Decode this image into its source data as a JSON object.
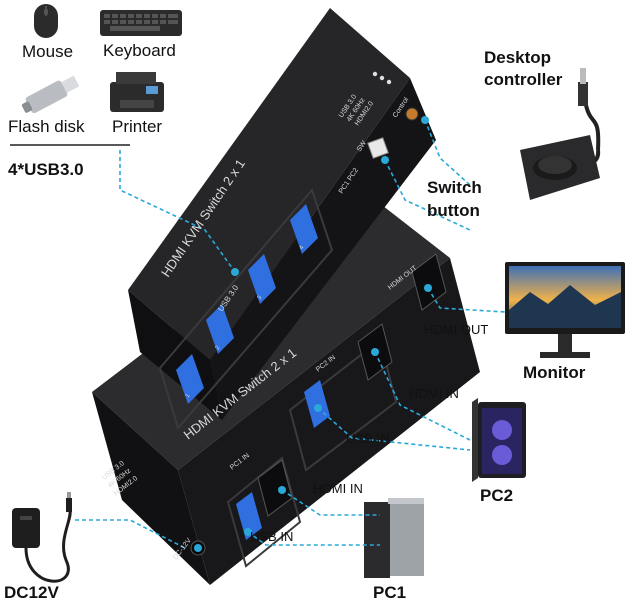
{
  "peripherals": {
    "mouse": "Mouse",
    "keyboard": "Keyboard",
    "flash_disk": "Flash disk",
    "printer": "Printer"
  },
  "usb_hub_label": "4*USB3.0",
  "desktop_controller": [
    "Desktop",
    "controller"
  ],
  "switch_button": [
    "Switch",
    "button"
  ],
  "monitor_label": "Monitor",
  "hdmi_out": "HDMI OUT",
  "hdmi_in": "HDMI IN",
  "usb_in": "USB IN",
  "pc2": "PC2",
  "pc1": "PC1",
  "power": "DC12V",
  "device_top": {
    "title": "HDMI KVM Switch 2 x 1",
    "usb_tag": "USB 3.0",
    "leds": [
      "USB 3.0",
      "4K 60Hz",
      "HDMI2.0"
    ],
    "sw": "SW",
    "control": "Control",
    "pc_ports": "PC1 PC2",
    "port_numbers": [
      "1",
      "2",
      "3",
      "4"
    ]
  },
  "device_bottom": {
    "title": "HDMI KVM Switch 2 x 1",
    "leds": [
      "USB 3.0",
      "4K 60Hz",
      "HDMI2.0"
    ],
    "pc1_tag": "PC1 IN",
    "pc2_tag": "PC2 IN",
    "hdmi_out_tag": "HDMI OUT",
    "dc_tag": "DC-12V"
  },
  "colors": {
    "accent": "#2aa8d8",
    "device": "#1c1c1e",
    "usb_blue": "#2f6fe0"
  }
}
